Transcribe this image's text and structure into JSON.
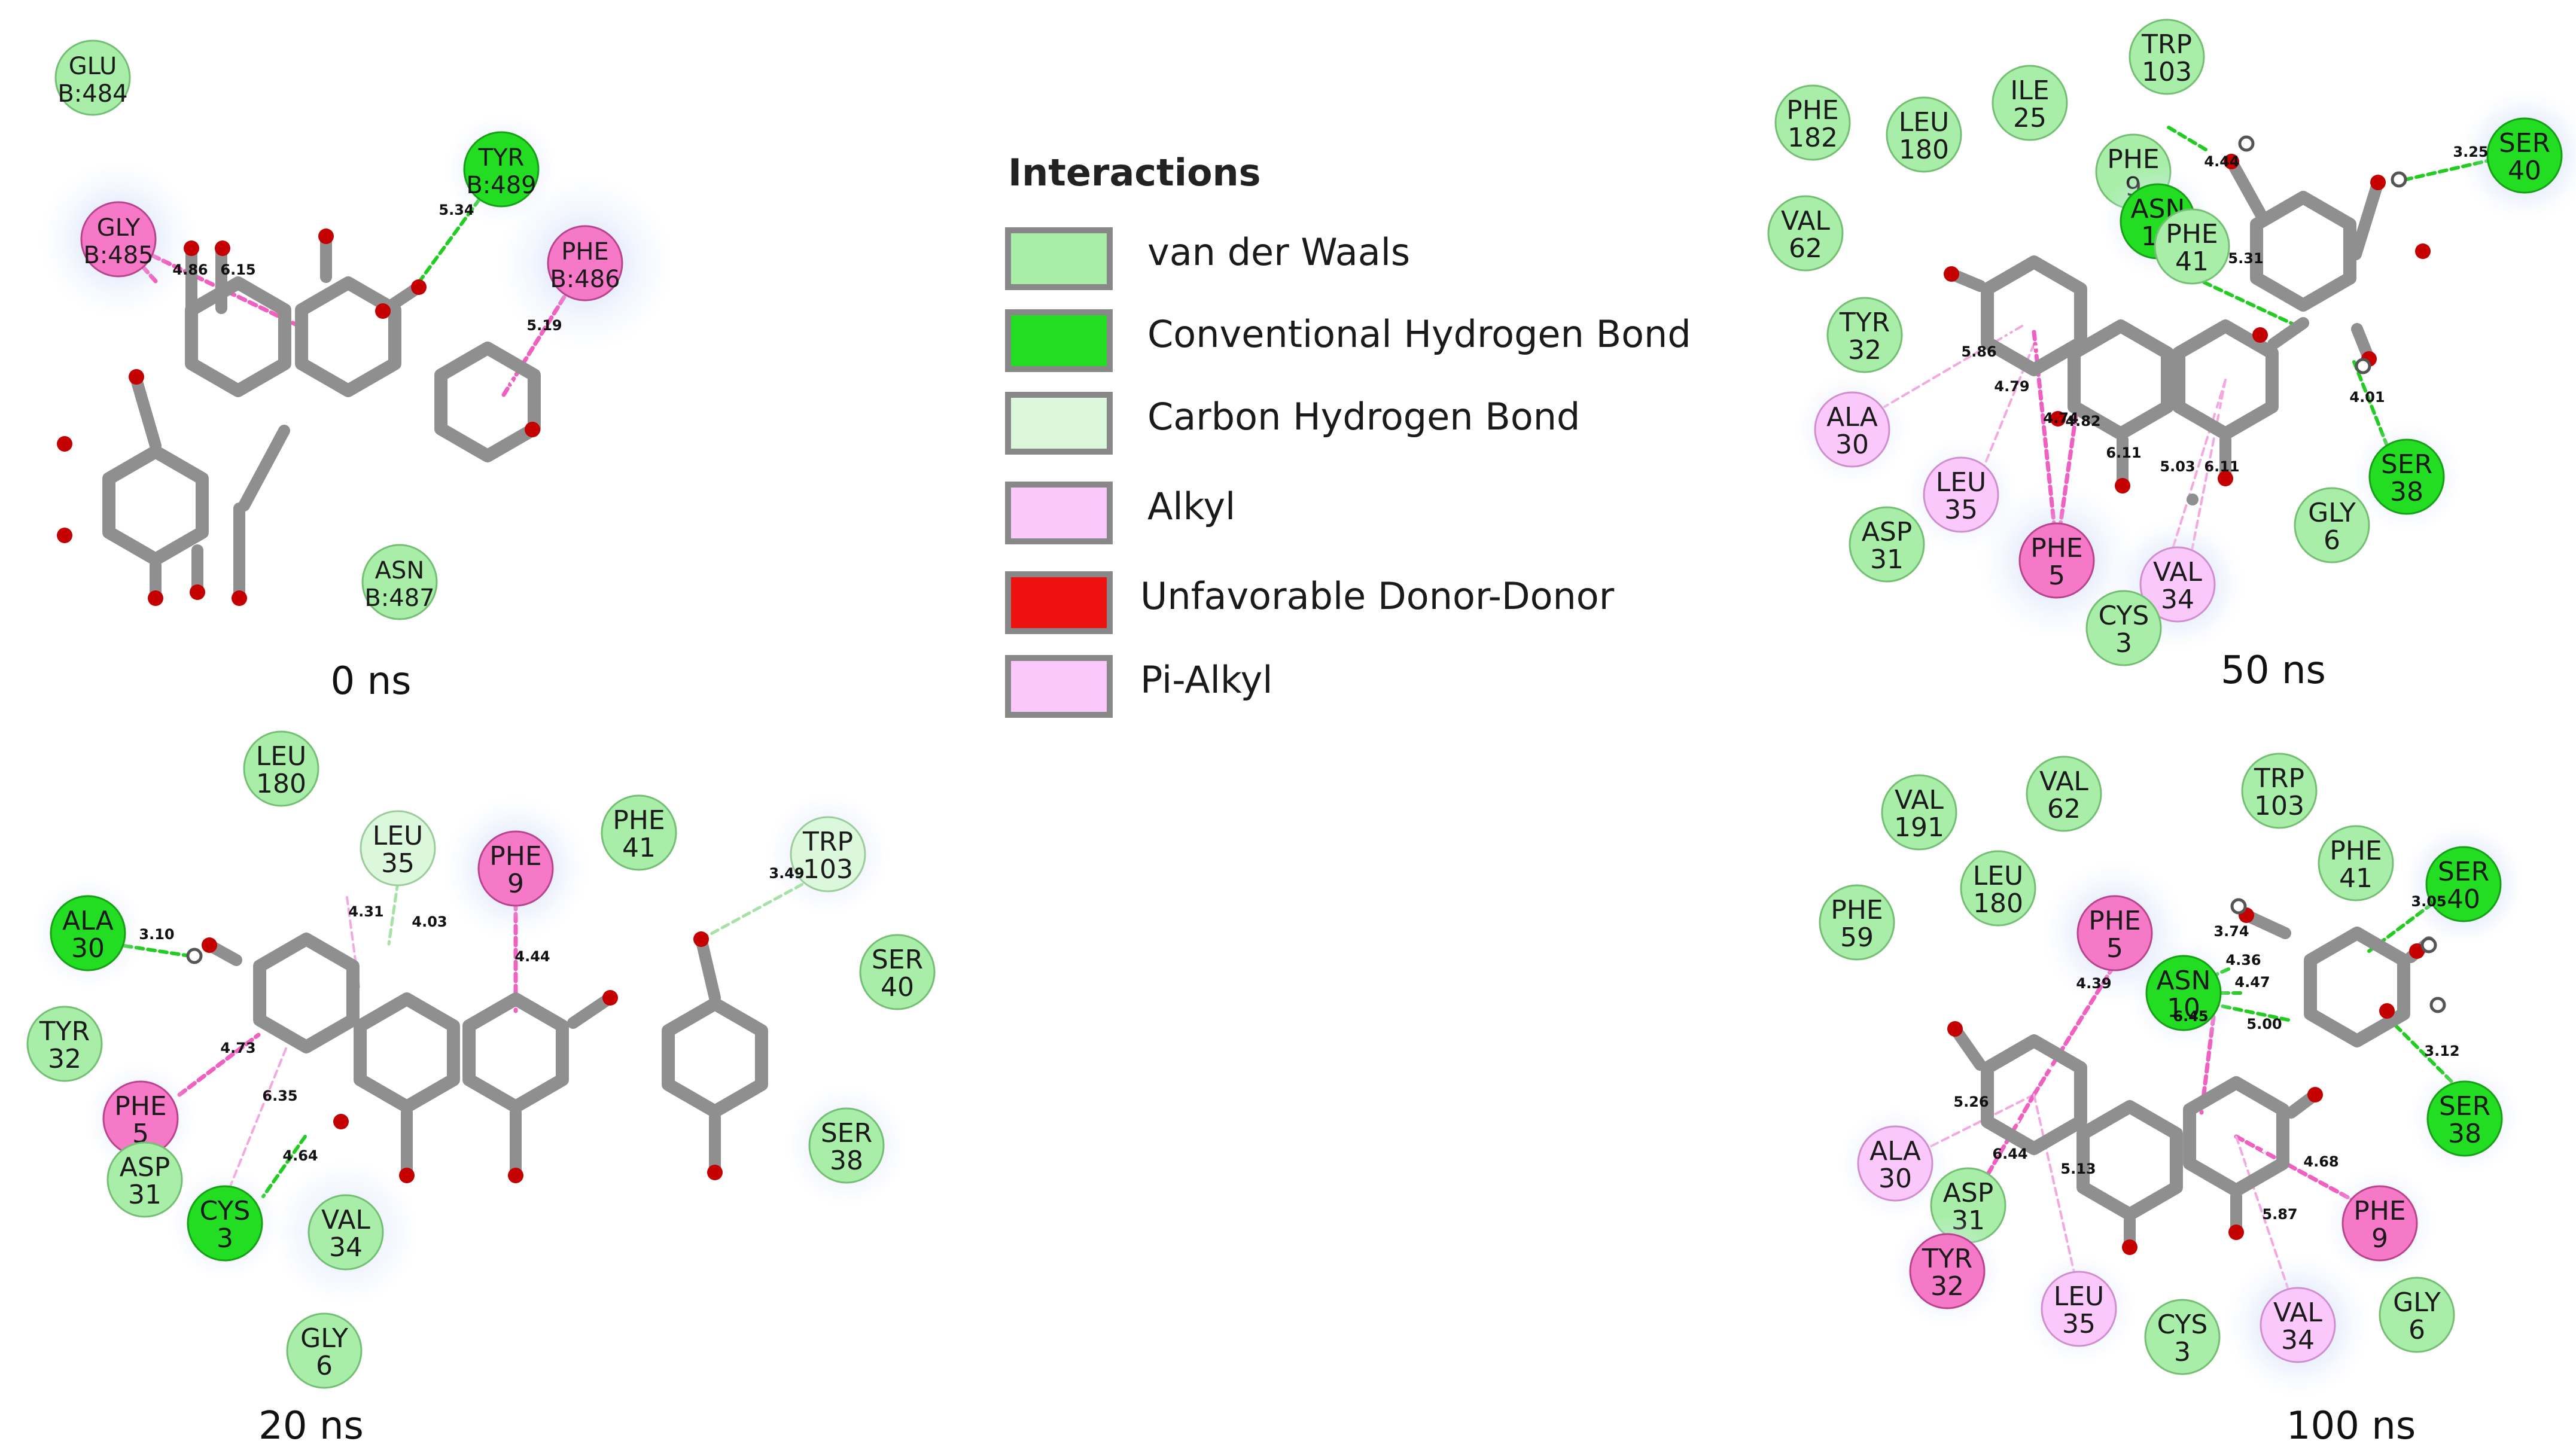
{
  "colors": {
    "van_der_waals": "#a8eea8",
    "conventional_h": "#22dd22",
    "carbon_h": "#dcf8dc",
    "alkyl": "#fbc8fb",
    "unfavorable": "#ee1111",
    "pi_alkyl": "#f679c8",
    "bond": "#8f8f8f",
    "oxygen": "#c40000",
    "hydrogen": "#ffffff"
  },
  "legend": {
    "title": "Interactions",
    "items": [
      {
        "label": "van der Waals",
        "color": "#a8eea8"
      },
      {
        "label": "Conventional Hydrogen Bond",
        "color": "#22dd22"
      },
      {
        "label": "Carbon Hydrogen Bond",
        "color": "#dcf8dc"
      },
      {
        "label": "Alkyl",
        "color": "#fbc8fb"
      },
      {
        "label": "Unfavorable Donor-Donor",
        "color": "#ee1111"
      },
      {
        "label": "Pi-Alkyl",
        "color": "#fbc8fb"
      }
    ]
  },
  "panels": [
    {
      "caption": "0 ns",
      "residues": [
        {
          "lines": [
            "GLU",
            "B:484"
          ],
          "type": "vdw"
        },
        {
          "lines": [
            "TYR",
            "B:489"
          ],
          "type": "hbond"
        },
        {
          "lines": [
            "GLY",
            "B:485"
          ],
          "type": "pialkyl"
        },
        {
          "lines": [
            "PHE",
            "B:486"
          ],
          "type": "pialkyl"
        },
        {
          "lines": [
            "ASN",
            "B:487"
          ],
          "type": "vdw"
        }
      ],
      "distances": [
        "5.34",
        "4.86",
        "6.15",
        "5.19"
      ]
    },
    {
      "caption": "50 ns",
      "residues": [
        {
          "lines": [
            "TRP",
            "103"
          ],
          "type": "vdw"
        },
        {
          "lines": [
            "PHE",
            "182"
          ],
          "type": "vdw"
        },
        {
          "lines": [
            "LEU",
            "180"
          ],
          "type": "vdw"
        },
        {
          "lines": [
            "ILE",
            "25"
          ],
          "type": "vdw"
        },
        {
          "lines": [
            "SER",
            "40"
          ],
          "type": "hbond"
        },
        {
          "lines": [
            "VAL",
            "62"
          ],
          "type": "vdw"
        },
        {
          "lines": [
            "PHE",
            "9"
          ],
          "type": "vdw"
        },
        {
          "lines": [
            "ASN",
            "10"
          ],
          "type": "hbond"
        },
        {
          "lines": [
            "PHE",
            "41"
          ],
          "type": "vdw"
        },
        {
          "lines": [
            "TYR",
            "32"
          ],
          "type": "vdw"
        },
        {
          "lines": [
            "ALA",
            "30"
          ],
          "type": "alkyl"
        },
        {
          "lines": [
            "LEU",
            "35"
          ],
          "type": "alkyl"
        },
        {
          "lines": [
            "SER",
            "38"
          ],
          "type": "hbond"
        },
        {
          "lines": [
            "GLY",
            "6"
          ],
          "type": "vdw"
        },
        {
          "lines": [
            "ASP",
            "31"
          ],
          "type": "vdw"
        },
        {
          "lines": [
            "PHE",
            "5"
          ],
          "type": "pialkyl"
        },
        {
          "lines": [
            "VAL",
            "34"
          ],
          "type": "alkyl"
        },
        {
          "lines": [
            "CYS",
            "3"
          ],
          "type": "vdw"
        }
      ],
      "distances": [
        "4.44",
        "3.25",
        "5.31",
        "4.01",
        "5.86",
        "4.79",
        "4.74",
        "4.82",
        "6.11",
        "5.03",
        "6.11"
      ]
    },
    {
      "caption": "20 ns",
      "residues": [
        {
          "lines": [
            "LEU",
            "180"
          ],
          "type": "vdw"
        },
        {
          "lines": [
            "LEU",
            "35"
          ],
          "type": "carbon"
        },
        {
          "lines": [
            "PHE",
            "9"
          ],
          "type": "pialkyl"
        },
        {
          "lines": [
            "PHE",
            "41"
          ],
          "type": "vdw"
        },
        {
          "lines": [
            "TRP",
            "103"
          ],
          "type": "carbon"
        },
        {
          "lines": [
            "ALA",
            "30"
          ],
          "type": "hbond"
        },
        {
          "lines": [
            "SER",
            "40"
          ],
          "type": "vdw"
        },
        {
          "lines": [
            "TYR",
            "32"
          ],
          "type": "vdw"
        },
        {
          "lines": [
            "PHE",
            "5"
          ],
          "type": "pialkyl"
        },
        {
          "lines": [
            "ASP",
            "31"
          ],
          "type": "vdw"
        },
        {
          "lines": [
            "CYS",
            "3"
          ],
          "type": "hbond"
        },
        {
          "lines": [
            "VAL",
            "34"
          ],
          "type": "vdw"
        },
        {
          "lines": [
            "SER",
            "38"
          ],
          "type": "vdw"
        },
        {
          "lines": [
            "GLY",
            "6"
          ],
          "type": "vdw"
        }
      ],
      "distances": [
        "4.31",
        "4.03",
        "4.44",
        "3.49",
        "3.10",
        "4.73",
        "6.35",
        "4.64"
      ]
    },
    {
      "caption": "100 ns",
      "residues": [
        {
          "lines": [
            "VAL",
            "191"
          ],
          "type": "vdw"
        },
        {
          "lines": [
            "VAL",
            "62"
          ],
          "type": "vdw"
        },
        {
          "lines": [
            "TRP",
            "103"
          ],
          "type": "vdw"
        },
        {
          "lines": [
            "LEU",
            "180"
          ],
          "type": "vdw"
        },
        {
          "lines": [
            "PHE",
            "41"
          ],
          "type": "vdw"
        },
        {
          "lines": [
            "SER",
            "40"
          ],
          "type": "hbond"
        },
        {
          "lines": [
            "PHE",
            "59"
          ],
          "type": "vdw"
        },
        {
          "lines": [
            "PHE",
            "5"
          ],
          "type": "pialkyl"
        },
        {
          "lines": [
            "ASN",
            "10"
          ],
          "type": "hbond"
        },
        {
          "lines": [
            "SER",
            "38"
          ],
          "type": "hbond"
        },
        {
          "lines": [
            "ALA",
            "30"
          ],
          "type": "alkyl"
        },
        {
          "lines": [
            "ASP",
            "31"
          ],
          "type": "vdw"
        },
        {
          "lines": [
            "PHE",
            "9"
          ],
          "type": "pialkyl"
        },
        {
          "lines": [
            "TYR",
            "32"
          ],
          "type": "pialkyl"
        },
        {
          "lines": [
            "LEU",
            "35"
          ],
          "type": "alkyl"
        },
        {
          "lines": [
            "CYS",
            "3"
          ],
          "type": "vdw"
        },
        {
          "lines": [
            "VAL",
            "34"
          ],
          "type": "alkyl"
        },
        {
          "lines": [
            "GLY",
            "6"
          ],
          "type": "vdw"
        }
      ],
      "distances": [
        "3.74",
        "4.36",
        "4.47",
        "3.05",
        "5.00",
        "3.12",
        "4.39",
        "6.45",
        "5.26",
        "6.44",
        "5.13",
        "4.68",
        "5.87"
      ]
    }
  ]
}
